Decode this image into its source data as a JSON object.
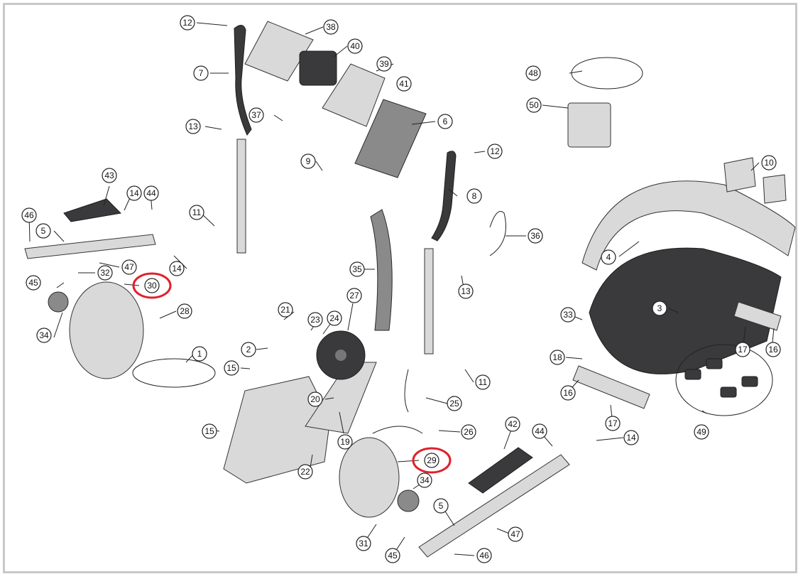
{
  "diagram": {
    "frame_color": "#c8c8c8",
    "highlight_color": "#e0202a",
    "callouts": [
      "1",
      "2",
      "3",
      "4",
      "5",
      "5",
      "6",
      "7",
      "8",
      "9",
      "10",
      "11",
      "11",
      "12",
      "12",
      "13",
      "13",
      "14",
      "14",
      "14",
      "15",
      "15",
      "16",
      "16",
      "17",
      "17",
      "18",
      "19",
      "20",
      "21",
      "22",
      "23",
      "24",
      "25",
      "26",
      "27",
      "28",
      "29",
      "30",
      "31",
      "32",
      "33",
      "34",
      "34",
      "35",
      "36",
      "37",
      "38",
      "39",
      "40",
      "41",
      "42",
      "43",
      "44",
      "44",
      "45",
      "45",
      "46",
      "46",
      "47",
      "47",
      "48",
      "49",
      "50"
    ],
    "highlighted": [
      "29",
      "30"
    ]
  }
}
